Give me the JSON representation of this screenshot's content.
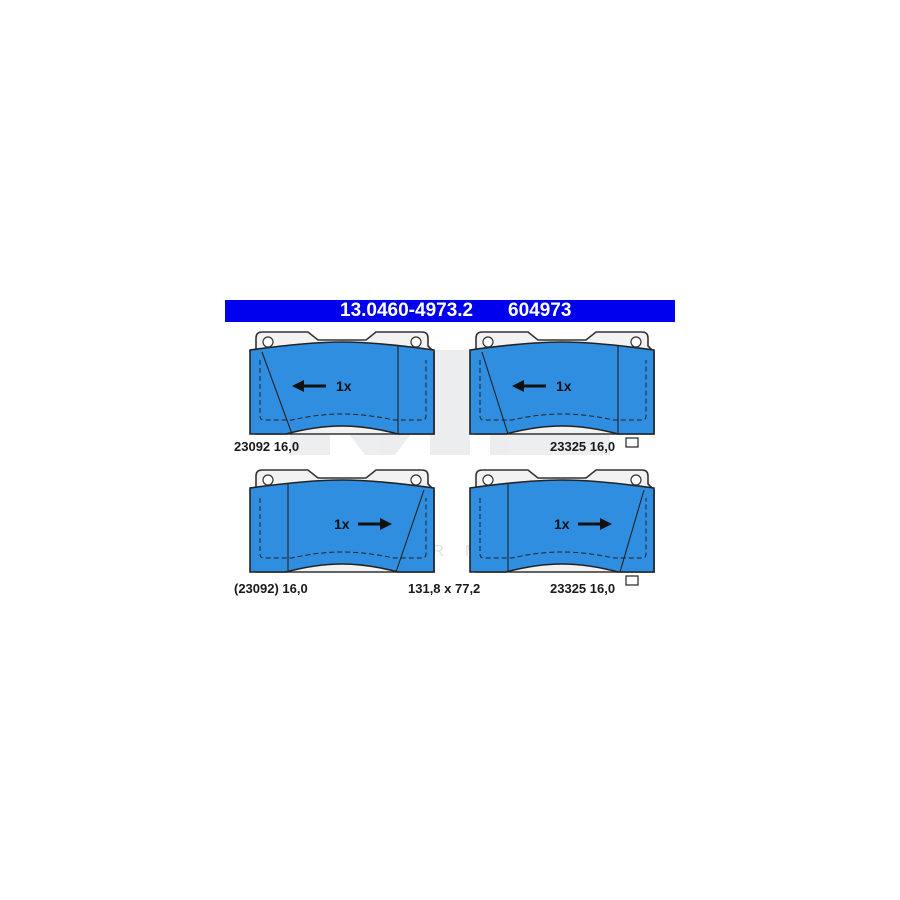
{
  "header": {
    "part_number": "13.0460-4973.2",
    "code": "604973",
    "background_color": "#0000ee",
    "text_color": "#ffffff"
  },
  "pad_color": "#2f8ee0",
  "pads": [
    {
      "id": "top-left",
      "quantity": "1x",
      "arrow_direction": "left",
      "label": "23092 16,0",
      "wear_indicator": false
    },
    {
      "id": "top-right",
      "quantity": "1x",
      "arrow_direction": "left",
      "label": "23325 16,0",
      "wear_indicator": true
    },
    {
      "id": "bottom-left",
      "quantity": "1x",
      "arrow_direction": "right",
      "label": "(23092) 16,0",
      "wear_indicator": false
    },
    {
      "id": "bottom-right",
      "quantity": "1x",
      "arrow_direction": "right",
      "label": "23325 16,0",
      "wear_indicator": true
    }
  ],
  "dimensions": "131,8 x 77,2",
  "watermark": {
    "text": "PERFORMANCE"
  }
}
